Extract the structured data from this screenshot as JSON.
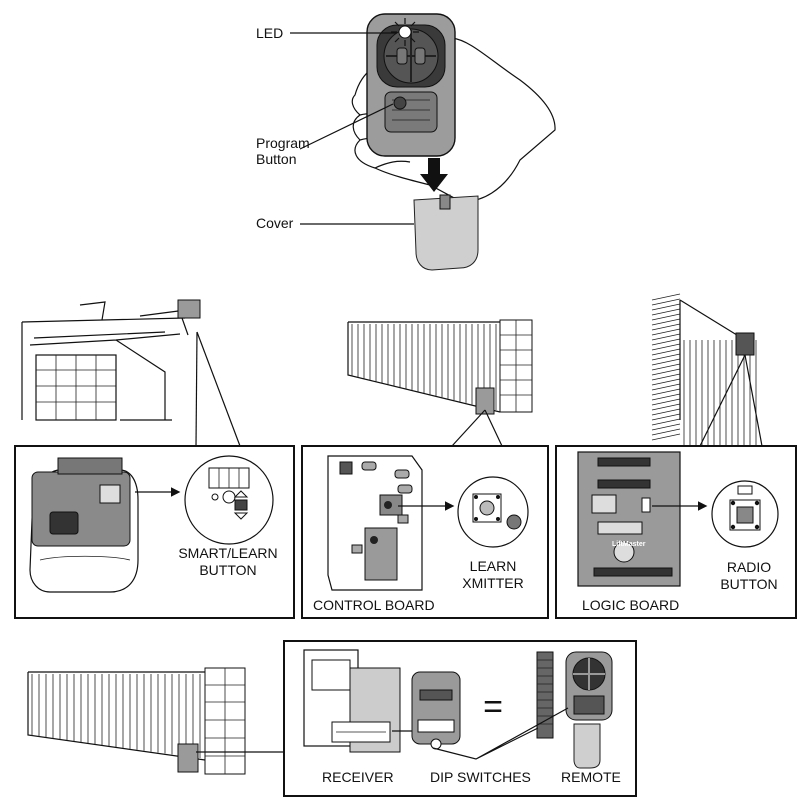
{
  "labels": {
    "led": "LED",
    "program_line1": "Program",
    "program_line2": "Button",
    "cover": "Cover",
    "smart_learn_line1": "SMART/LEARN",
    "smart_learn_line2": "BUTTON",
    "learn_line1": "LEARN",
    "learn_line2": "XMITTER",
    "control_board": "CONTROL BOARD",
    "radio_line1": "RADIO",
    "radio_line2": "BUTTON",
    "logic_board": "LOGIC BOARD",
    "receiver": "RECEIVER",
    "dip_switches": "DIP SWITCHES",
    "remote": "REMOTE",
    "equals": "="
  },
  "board_text": {
    "liftmaster": "LiftMaster"
  }
}
